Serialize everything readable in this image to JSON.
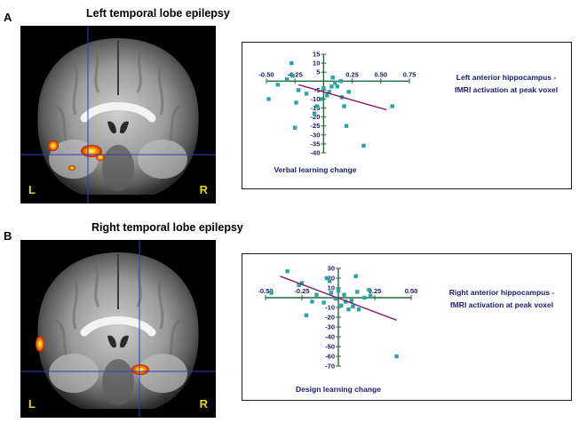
{
  "panels": [
    {
      "letter": "A",
      "title": "Left temporal lobe epilepsy",
      "brain": {
        "left_label": "L",
        "right_label": "R"
      },
      "chart_data": {
        "type": "scatter",
        "xlim": [
          -0.5,
          0.75
        ],
        "ylim": [
          -40,
          15
        ],
        "x_ticks": [
          "-0.50",
          "-0.25",
          "0.25",
          "0.50",
          "0.75"
        ],
        "x_tick_values": [
          -0.5,
          -0.25,
          0.25,
          0.5,
          0.75
        ],
        "y_ticks": [
          "15",
          "10",
          "5",
          "-5",
          "-10",
          "-15",
          "-20",
          "-25",
          "-30",
          "-35",
          "-40"
        ],
        "y_tick_values": [
          15,
          10,
          5,
          -5,
          -10,
          -15,
          -20,
          -25,
          -30,
          -35,
          -40
        ],
        "xlabel": "Verbal learning change",
        "ylabel_lines": [
          "Left anterior hippocampus -",
          "fMRI activation at peak voxel"
        ],
        "points": [
          {
            "x": -0.48,
            "y": -10
          },
          {
            "x": -0.4,
            "y": -2
          },
          {
            "x": -0.32,
            "y": 1
          },
          {
            "x": -0.28,
            "y": 10
          },
          {
            "x": -0.27,
            "y": 3
          },
          {
            "x": -0.22,
            "y": -5
          },
          {
            "x": -0.24,
            "y": -12
          },
          {
            "x": -0.25,
            "y": -26
          },
          {
            "x": -0.15,
            "y": -7
          },
          {
            "x": -0.08,
            "y": -18
          },
          {
            "x": -0.06,
            "y": -14
          },
          {
            "x": -0.02,
            "y": -10
          },
          {
            "x": 0.0,
            "y": -4
          },
          {
            "x": 0.03,
            "y": -8
          },
          {
            "x": 0.05,
            "y": -6
          },
          {
            "x": 0.07,
            "y": -3
          },
          {
            "x": 0.08,
            "y": 2
          },
          {
            "x": 0.1,
            "y": -1
          },
          {
            "x": 0.12,
            "y": -3
          },
          {
            "x": 0.15,
            "y": 0
          },
          {
            "x": 0.16,
            "y": -9
          },
          {
            "x": 0.18,
            "y": -14
          },
          {
            "x": 0.2,
            "y": -25
          },
          {
            "x": 0.22,
            "y": -6
          },
          {
            "x": 0.35,
            "y": -36
          },
          {
            "x": 0.6,
            "y": -14
          }
        ],
        "trend": [
          {
            "x": -0.22,
            "y": -2
          },
          {
            "x": 0.55,
            "y": -16
          }
        ],
        "point_color": "#2aa6a2",
        "line_color": "#8a1e6e"
      }
    },
    {
      "letter": "B",
      "title": "Right temporal lobe epilepsy",
      "brain": {
        "left_label": "L",
        "right_label": "R"
      },
      "chart_data": {
        "type": "scatter",
        "xlim": [
          -0.5,
          0.5
        ],
        "ylim": [
          -70,
          30
        ],
        "x_ticks": [
          "-0.50",
          "-0.25",
          "0.25",
          "0.50"
        ],
        "x_tick_values": [
          -0.5,
          -0.25,
          0.25,
          0.5
        ],
        "y_ticks": [
          "30",
          "20",
          "10",
          "-10",
          "-20",
          "-30",
          "-40",
          "-50",
          "-60",
          "-70"
        ],
        "y_tick_values": [
          30,
          20,
          10,
          -10,
          -20,
          -30,
          -40,
          -50,
          -60,
          -70
        ],
        "xlabel": "Design learning change",
        "ylabel_lines": [
          "Right anterior hippocampus -",
          "fMRI activation at peak voxel"
        ],
        "points": [
          {
            "x": -0.46,
            "y": 5
          },
          {
            "x": -0.35,
            "y": 27
          },
          {
            "x": -0.27,
            "y": 13
          },
          {
            "x": -0.25,
            "y": 15
          },
          {
            "x": -0.22,
            "y": -18
          },
          {
            "x": -0.18,
            "y": -4
          },
          {
            "x": -0.15,
            "y": 3
          },
          {
            "x": -0.1,
            "y": -5
          },
          {
            "x": -0.08,
            "y": 20
          },
          {
            "x": -0.06,
            "y": 17
          },
          {
            "x": -0.05,
            "y": 5
          },
          {
            "x": -0.02,
            "y": -1
          },
          {
            "x": 0.0,
            "y": 7
          },
          {
            "x": 0.02,
            "y": -8
          },
          {
            "x": 0.04,
            "y": 3
          },
          {
            "x": 0.05,
            "y": -4
          },
          {
            "x": 0.07,
            "y": -12
          },
          {
            "x": 0.09,
            "y": -3
          },
          {
            "x": 0.1,
            "y": -9
          },
          {
            "x": 0.12,
            "y": 22
          },
          {
            "x": 0.13,
            "y": 6
          },
          {
            "x": 0.14,
            "y": -12
          },
          {
            "x": 0.18,
            "y": 0
          },
          {
            "x": 0.21,
            "y": 8
          },
          {
            "x": 0.22,
            "y": 2
          },
          {
            "x": 0.4,
            "y": -60
          }
        ],
        "trend": [
          {
            "x": -0.4,
            "y": 22
          },
          {
            "x": 0.4,
            "y": -23
          }
        ],
        "point_color": "#2aa6a2",
        "line_color": "#8a1e6e"
      }
    }
  ]
}
